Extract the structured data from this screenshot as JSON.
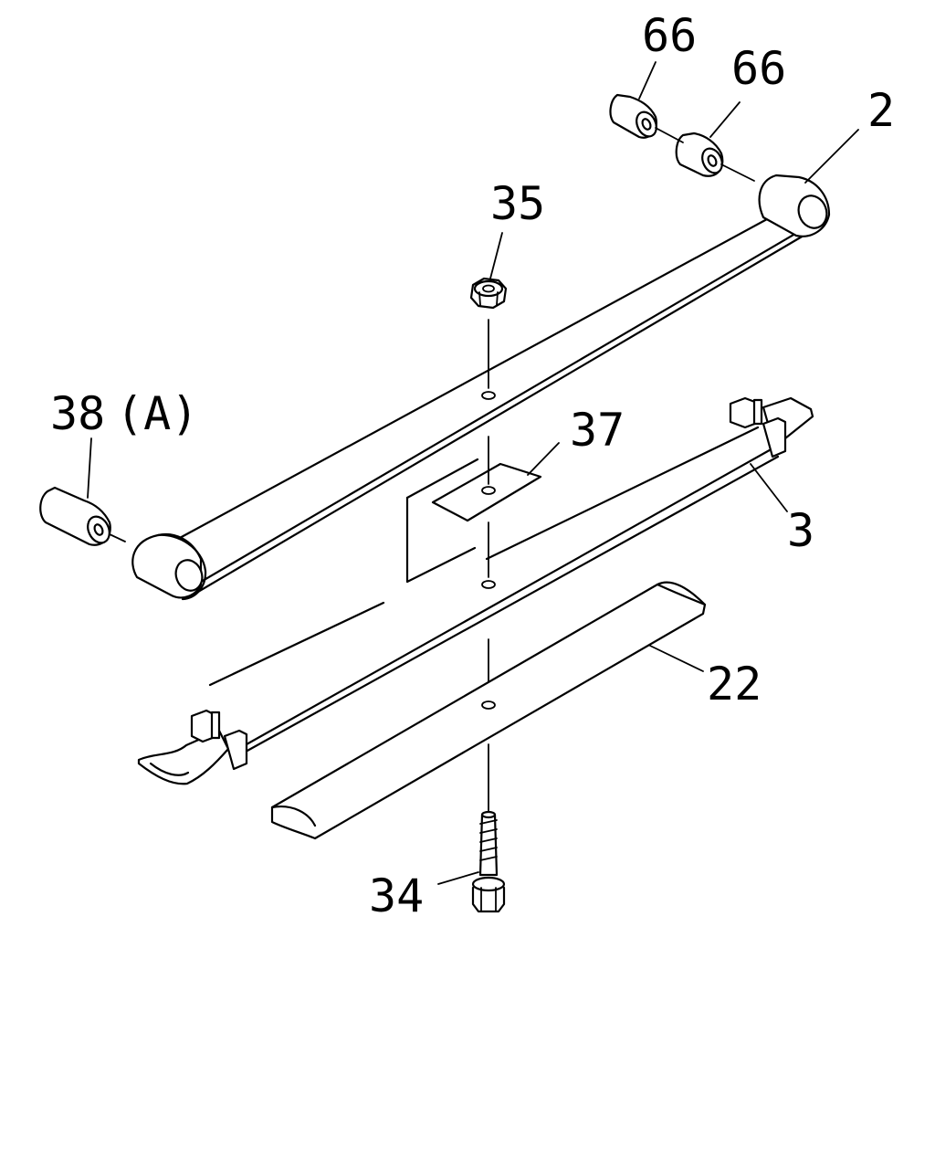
{
  "labels": {
    "bushing_a": "66",
    "bushing_b": "66",
    "main_leaf": "2",
    "nut": "35",
    "bushing_front": "38",
    "bushing_front_suffix": "(A)",
    "insulator_pad": "37",
    "second_leaf": "3",
    "helper_leaf": "22",
    "center_bolt": "34"
  }
}
